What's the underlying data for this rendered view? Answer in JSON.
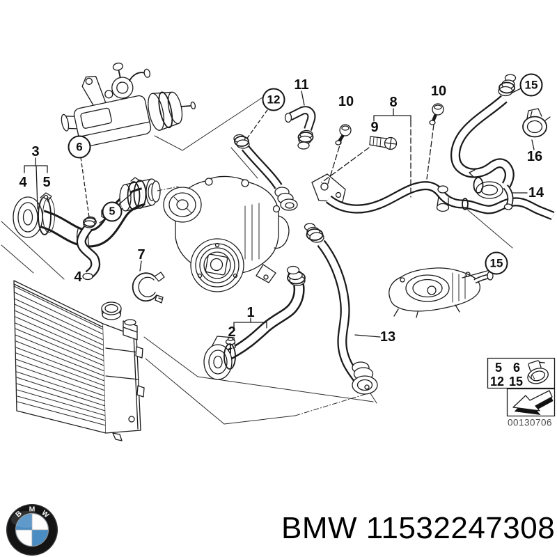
{
  "part_diagram": {
    "callouts": [
      {
        "label": "3"
      },
      {
        "label": "4"
      },
      {
        "label": "5"
      },
      {
        "label": "6"
      },
      {
        "label": "5"
      },
      {
        "label": "7"
      },
      {
        "label": "4"
      },
      {
        "label": "12"
      },
      {
        "label": "11"
      },
      {
        "label": "10"
      },
      {
        "label": "8"
      },
      {
        "label": "9"
      },
      {
        "label": "10"
      },
      {
        "label": "15"
      },
      {
        "label": "16"
      },
      {
        "label": "14"
      },
      {
        "label": "15"
      },
      {
        "label": "1"
      },
      {
        "label": "2"
      },
      {
        "label": "13"
      }
    ],
    "legend": {
      "row1": [
        "5",
        "6"
      ],
      "row2": [
        "12",
        "15"
      ],
      "doc_number": "00130706"
    }
  },
  "footer": {
    "display_text": "BMW 11532247308",
    "brand": "BMW",
    "part_number": "11532247308",
    "logo_letters": [
      "B",
      "M",
      "W"
    ],
    "logo_blue": "#4A8DC3"
  }
}
